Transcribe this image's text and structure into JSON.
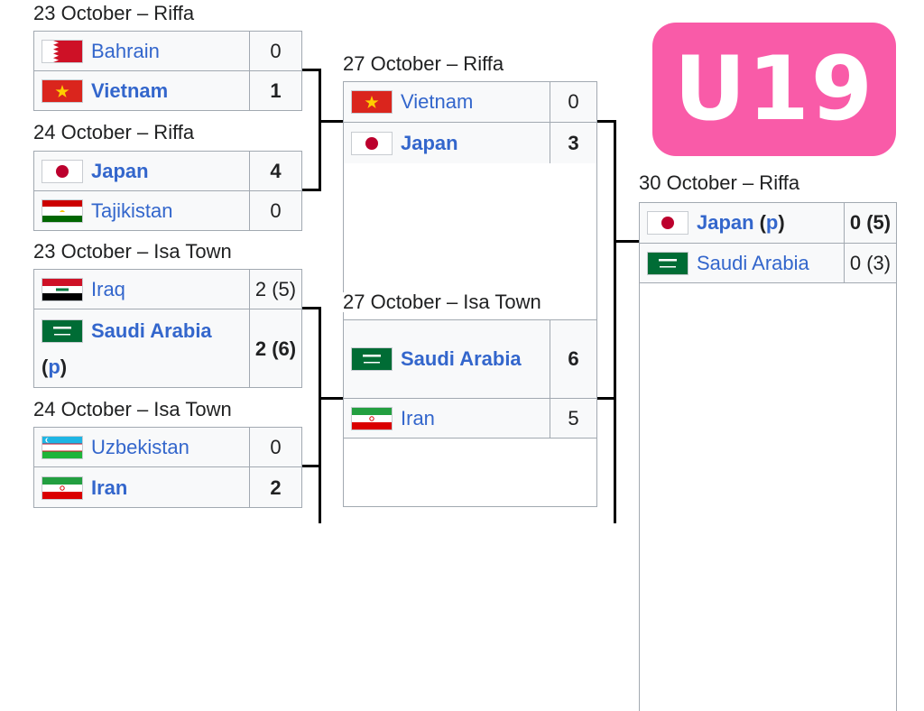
{
  "badge": {
    "text": "U19"
  },
  "colors": {
    "link": "#3366cc",
    "badge": "#f95ba8",
    "border": "#a2a9b1",
    "cell": "#f8f9fa"
  },
  "quarterfinals": [
    {
      "date": "23 October – Riffa",
      "teams": [
        {
          "name": "Bahrain",
          "flag": "bahrain-flag-icon",
          "score": "0",
          "winner": false
        },
        {
          "name": "Vietnam",
          "flag": "vietnam-flag-icon",
          "score": "1",
          "winner": true
        }
      ]
    },
    {
      "date": "24 October – Riffa",
      "teams": [
        {
          "name": "Japan",
          "flag": "japan-flag-icon",
          "score": "4",
          "winner": true
        },
        {
          "name": "Tajikistan",
          "flag": "tajikistan-flag-icon",
          "score": "0",
          "winner": false
        }
      ]
    },
    {
      "date": "23 October – Isa Town",
      "teams": [
        {
          "name": "Iraq",
          "flag": "iraq-flag-icon",
          "score": "2 (5)",
          "winner": false
        },
        {
          "name": "Saudi Arabia",
          "flag": "saudi-arabia-flag-icon",
          "score": "2 (6)",
          "winner": true,
          "penalty": "(p)"
        }
      ]
    },
    {
      "date": "24 October – Isa Town",
      "teams": [
        {
          "name": "Uzbekistan",
          "flag": "uzbekistan-flag-icon",
          "score": "0",
          "winner": false
        },
        {
          "name": "Iran",
          "flag": "iran-flag-icon",
          "score": "2",
          "winner": true
        }
      ]
    }
  ],
  "semifinals": [
    {
      "date": "27 October – Riffa",
      "teams": [
        {
          "name": "Vietnam",
          "flag": "vietnam-flag-icon",
          "score": "0",
          "winner": false
        },
        {
          "name": "Japan",
          "flag": "japan-flag-icon",
          "score": "3",
          "winner": true
        }
      ]
    },
    {
      "date": "27 October – Isa Town",
      "teams": [
        {
          "name": "Saudi Arabia",
          "flag": "saudi-arabia-flag-icon",
          "score": "6",
          "winner": true
        },
        {
          "name": "Iran",
          "flag": "iran-flag-icon",
          "score": "5",
          "winner": false
        }
      ]
    }
  ],
  "final": {
    "date": "30 October – Riffa",
    "teams": [
      {
        "name": "Japan",
        "flag": "japan-flag-icon",
        "score": "0 (5)",
        "winner": true,
        "penalty": "(p)"
      },
      {
        "name": "Saudi Arabia",
        "flag": "saudi-arabia-flag-icon",
        "score": "0 (3)",
        "winner": false
      }
    ]
  }
}
